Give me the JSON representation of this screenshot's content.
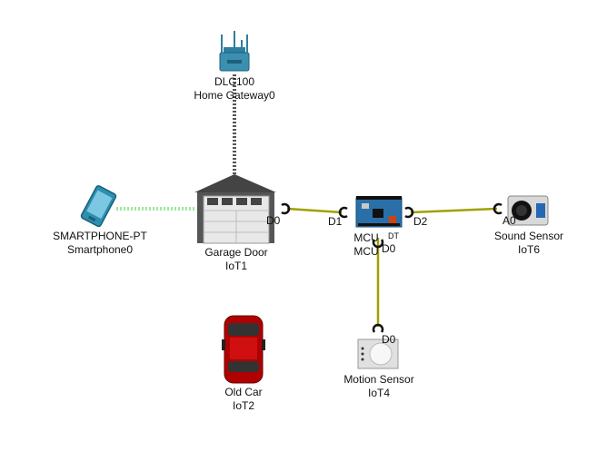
{
  "devices": {
    "gateway": {
      "model": "DLC100",
      "name": "Home Gateway0",
      "icon": "home-gateway-icon"
    },
    "smartphone": {
      "model": "SMARTPHONE-PT",
      "name": "Smartphone0",
      "icon": "smartphone-icon"
    },
    "garage": {
      "model": "Garage Door",
      "name": "IoT1",
      "icon": "garage-door-icon",
      "port": "D0"
    },
    "mcu": {
      "model": "MCU",
      "name": "MCU",
      "icon": "mcu-board-icon",
      "port_left": "D1",
      "port_right": "D2",
      "port_bottom": "D0",
      "chip_text": "DT"
    },
    "sound": {
      "model": "Sound Sensor",
      "name": "IoT6",
      "icon": "sound-sensor-icon",
      "port": "A0"
    },
    "motion": {
      "model": "Motion Sensor",
      "name": "IoT4",
      "icon": "motion-sensor-icon",
      "port": "D0"
    },
    "car": {
      "model": "Old Car",
      "name": "IoT2",
      "icon": "car-icon"
    }
  },
  "colors": {
    "cable": "#a0a000",
    "wireless": "#9be89b",
    "gateway_link": "#555555",
    "gateway_body": "#3b8fb0",
    "mcu_board": "#2a6fa8",
    "car_body": "#c00000"
  }
}
